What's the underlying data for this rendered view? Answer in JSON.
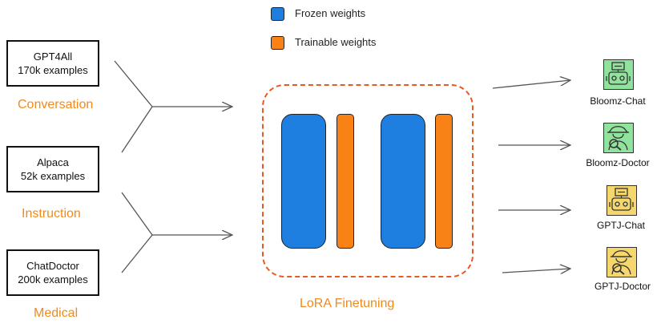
{
  "legend": {
    "frozen_label": "Frozen weights",
    "trainable_label": "Trainable weights",
    "frozen_color": "#1e7fe0",
    "trainable_color": "#f98216"
  },
  "datasets": [
    {
      "name": "GPT4All",
      "examples": "170k examples",
      "category": "Conversation"
    },
    {
      "name": "Alpaca",
      "examples": "52k examples",
      "category": "Instruction"
    },
    {
      "name": "ChatDoctor",
      "examples": "200k examples",
      "category": "Medical"
    }
  ],
  "lora": {
    "label": "LoRA Finetuning",
    "border_color": "#e85a23"
  },
  "models": [
    {
      "name": "Bloomz-Chat",
      "icon": "robot-icon",
      "color": "#8fe39c"
    },
    {
      "name": "Bloomz-Doctor",
      "icon": "detective-icon",
      "color": "#8fe39c"
    },
    {
      "name": "GPTJ-Chat",
      "icon": "robot-icon",
      "color": "#f5d76e"
    },
    {
      "name": "GPTJ-Doctor",
      "icon": "detective-icon",
      "color": "#f5d76e"
    }
  ],
  "category_color": "#f08a1c"
}
